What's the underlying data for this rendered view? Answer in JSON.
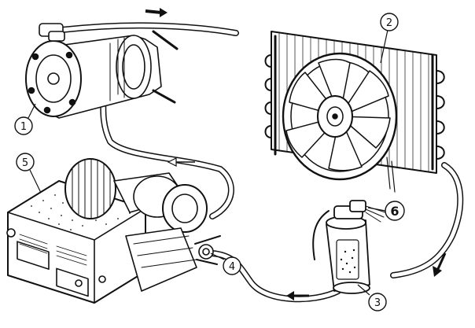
{
  "callouts": [
    {
      "id": "1",
      "label": "1"
    },
    {
      "id": "2",
      "label": "2"
    },
    {
      "id": "3",
      "label": "3"
    },
    {
      "id": "4",
      "label": "4"
    },
    {
      "id": "5",
      "label": "5"
    },
    {
      "id": "6",
      "label": "6"
    }
  ],
  "components": {
    "compressor": "compressor-icon",
    "condenser": "condenser-icon",
    "fan": "fan-icon",
    "receiver_drier": "receiver-drier-icon",
    "expansion_valve": "expansion-valve-icon",
    "evaporator": "evaporator-icon"
  },
  "colors": {
    "ink": "#111111",
    "paper": "#ffffff"
  }
}
